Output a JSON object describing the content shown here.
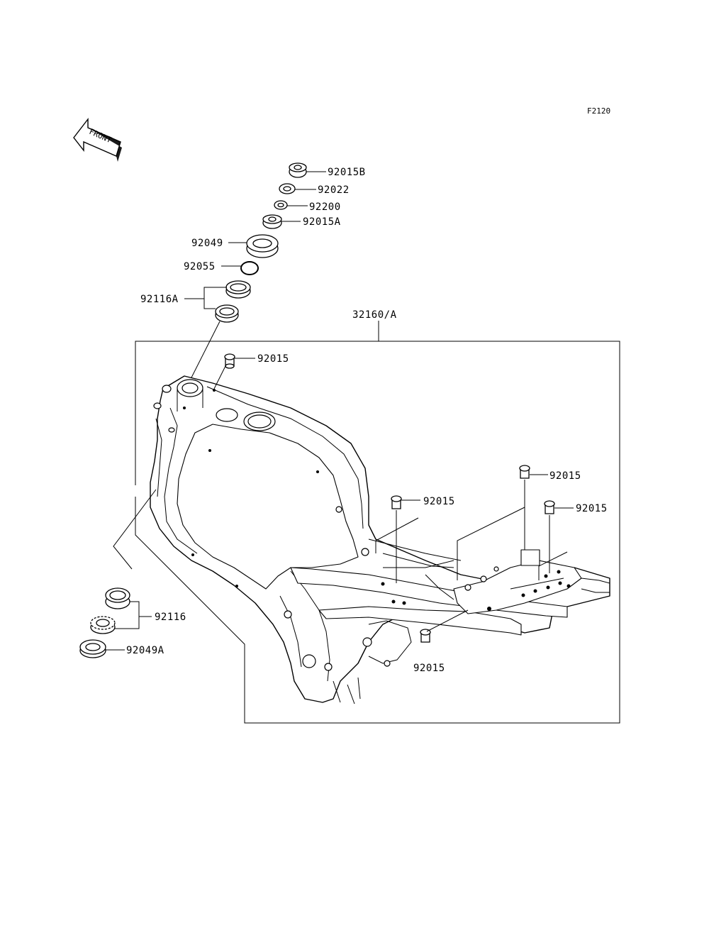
{
  "figure_code": "F2120",
  "front_arrow": {
    "text": "FRONT",
    "icon": "front-direction-arrow-icon"
  },
  "parts": {
    "p92015B": "92015B",
    "p92022": "92022",
    "p92200": "92200",
    "p92015A": "92015A",
    "p92049": "92049",
    "p92055": "92055",
    "p92116A": "92116A",
    "p32160A": "32160/A",
    "p92015_top": "92015",
    "p92015_rear1": "92015",
    "p92015_mid": "92015",
    "p92015_rear2": "92015",
    "p92015_bottom": "92015",
    "p92116": "92116",
    "p92049A": "92049A"
  }
}
